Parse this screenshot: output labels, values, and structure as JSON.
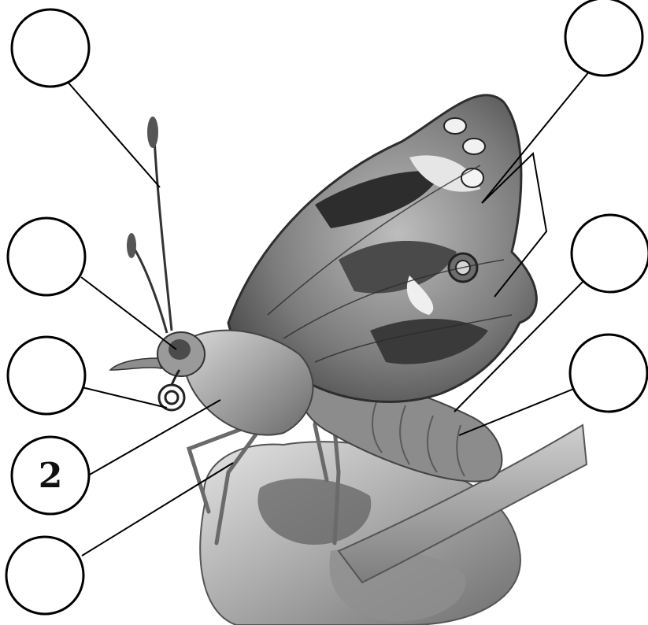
{
  "diagram": {
    "subject": "butterfly-side-view",
    "colors": {
      "ink": "#000000",
      "wing_dark": "#3a3a3a",
      "wing_mid": "#8a8a8a",
      "wing_light": "#d8d8d8",
      "flower": "#b5b5b5",
      "stem": "#9c9c9c"
    },
    "labels": [
      {
        "id": "antenna",
        "text": ""
      },
      {
        "id": "eye",
        "text": ""
      },
      {
        "id": "proboscis",
        "text": ""
      },
      {
        "id": "thorax",
        "text": "2"
      },
      {
        "id": "legs",
        "text": ""
      },
      {
        "id": "wings",
        "text": ""
      },
      {
        "id": "abdomen-upper",
        "text": ""
      },
      {
        "id": "abdomen-lower",
        "text": ""
      }
    ]
  }
}
